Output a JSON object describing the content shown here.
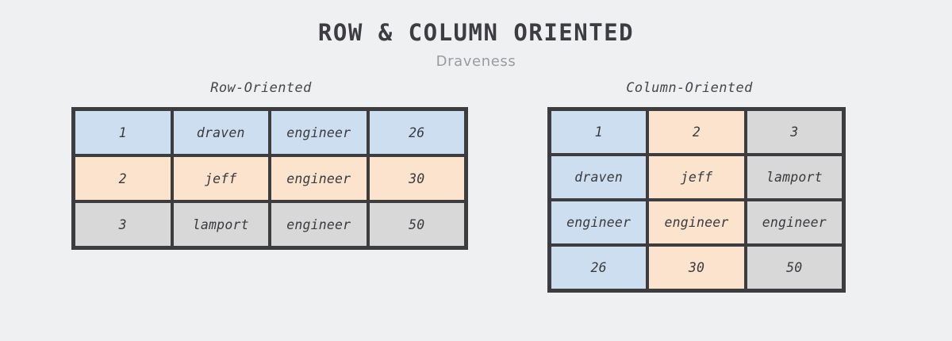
{
  "header": {
    "title": "ROW & COLUMN ORIENTED",
    "subtitle": "Draveness"
  },
  "colors": {
    "background": "#eff0f2",
    "border": "#3d3d40",
    "text": "#3a3a3e",
    "title_text": "#3d3d41",
    "subtitle_text": "#9b9ba0",
    "tint_blue": "#cddef1",
    "tint_peach": "#fbe3cd",
    "tint_gray": "#d8d8d8"
  },
  "panels": [
    {
      "id": "row-oriented",
      "title": "Row-Oriented",
      "orientation": "row",
      "columns": 4,
      "rows": 3,
      "cells": [
        [
          {
            "text": "1",
            "tint": "blue"
          },
          {
            "text": "draven",
            "tint": "blue"
          },
          {
            "text": "engineer",
            "tint": "blue"
          },
          {
            "text": "26",
            "tint": "blue"
          }
        ],
        [
          {
            "text": "2",
            "tint": "peach"
          },
          {
            "text": "jeff",
            "tint": "peach"
          },
          {
            "text": "engineer",
            "tint": "peach"
          },
          {
            "text": "30",
            "tint": "peach"
          }
        ],
        [
          {
            "text": "3",
            "tint": "gray"
          },
          {
            "text": "lamport",
            "tint": "gray"
          },
          {
            "text": "engineer",
            "tint": "gray"
          },
          {
            "text": "50",
            "tint": "gray"
          }
        ]
      ]
    },
    {
      "id": "column-oriented",
      "title": "Column-Oriented",
      "orientation": "column",
      "columns": 3,
      "rows": 4,
      "cells": [
        [
          {
            "text": "1",
            "tint": "blue"
          },
          {
            "text": "2",
            "tint": "peach"
          },
          {
            "text": "3",
            "tint": "gray"
          }
        ],
        [
          {
            "text": "draven",
            "tint": "blue"
          },
          {
            "text": "jeff",
            "tint": "peach"
          },
          {
            "text": "lamport",
            "tint": "gray"
          }
        ],
        [
          {
            "text": "engineer",
            "tint": "blue"
          },
          {
            "text": "engineer",
            "tint": "peach"
          },
          {
            "text": "engineer",
            "tint": "gray"
          }
        ],
        [
          {
            "text": "26",
            "tint": "blue"
          },
          {
            "text": "30",
            "tint": "peach"
          },
          {
            "text": "50",
            "tint": "gray"
          }
        ]
      ]
    }
  ]
}
